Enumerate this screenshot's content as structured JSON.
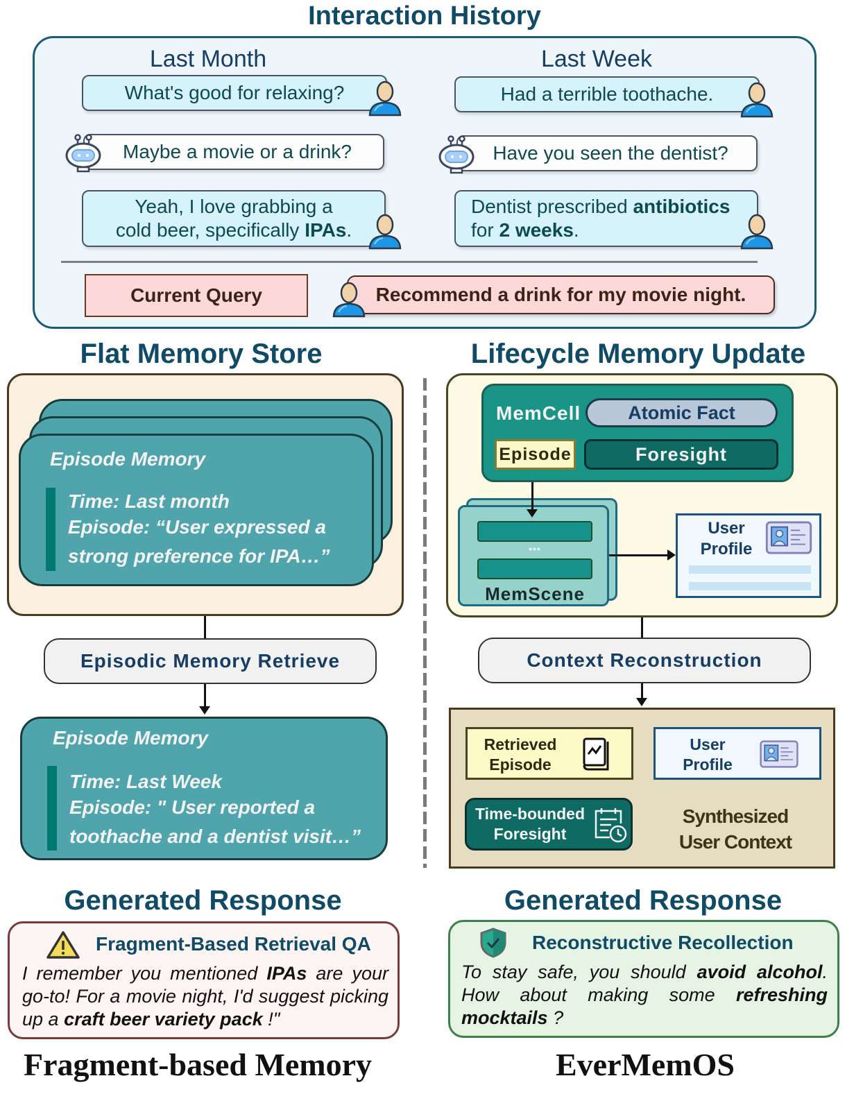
{
  "header": {
    "title": "Interaction History"
  },
  "history": {
    "last_month": {
      "heading": "Last Month",
      "messages": [
        {
          "role": "user",
          "text": "What's good for relaxing?"
        },
        {
          "role": "bot",
          "text": "Maybe a movie or a drink?"
        },
        {
          "role": "user",
          "line1": "Yeah, I love grabbing a",
          "line2_plain": "cold beer, specifically ",
          "line2_bold": "IPAs",
          "line2_end": "."
        }
      ]
    },
    "last_week": {
      "heading": "Last Week",
      "messages": [
        {
          "role": "user",
          "text": "Had a terrible toothache."
        },
        {
          "role": "bot",
          "text": "Have you seen the dentist?"
        },
        {
          "role": "user",
          "line1_plain": "Dentist prescribed ",
          "line1_bold": "antibiotics",
          "line2_plain": "for ",
          "line2_bold": "2 weeks",
          "line2_end": "."
        }
      ]
    },
    "current_query": {
      "label": "Current Query",
      "text": "Recommend a drink for my movie night."
    }
  },
  "left": {
    "section_title": "Flat Memory Store",
    "stored_memory": {
      "title": "Episode Memory",
      "time": "Time: Last month",
      "episode_line1": "Episode: “User expressed a",
      "episode_line2": "strong preference for IPA…”"
    },
    "step_label": "Episodic Memory Retrieve",
    "retrieved_memory": {
      "title": "Episode Memory",
      "time": "Time: Last Week",
      "episode_line1": "Episode: \" User reported a",
      "episode_line2": "toothache and a dentist visit…”"
    },
    "response_heading": "Generated Response",
    "response": {
      "title": "Fragment-Based Retrieval QA",
      "icon": "warning-icon",
      "p1": "I remember you mentioned ",
      "b1": "IPAs",
      "p2": " are your go-to! For a movie night, I'd suggest picking up a ",
      "b2": "craft beer variety pack",
      "p3": " !\""
    },
    "footer": "Fragment-based Memory"
  },
  "right": {
    "section_title": "Lifecycle Memory Update",
    "memcell": {
      "label": "MemCell",
      "atomic_fact": "Atomic Fact",
      "episode": "Episode",
      "foresight": "Foresight"
    },
    "memscene": {
      "label": "MemScene",
      "ellipsis": "•••"
    },
    "user_profile": {
      "line1": "User",
      "line2": "Profile"
    },
    "step_label": "Context Reconstruction",
    "synthesized": {
      "retrieved_episode": {
        "line1": "Retrieved",
        "line2": "Episode"
      },
      "user_profile": {
        "line1": "User",
        "line2": "Profile"
      },
      "foresight": {
        "line1": "Time-bounded",
        "line2": "Foresight"
      },
      "caption_line1": "Synthesized",
      "caption_line2": "User Context"
    },
    "response_heading": "Generated Response",
    "response": {
      "title": "Reconstructive Recollection",
      "icon": "shield-check-icon",
      "p1": "To stay safe, you should ",
      "b1": "avoid alcohol",
      "p2": ". How about making some ",
      "b2": "refreshing mocktails",
      "p3": " ?"
    },
    "footer": "EverMemOS"
  },
  "colors": {
    "title_blue": "#0f4a66",
    "teal_card": "#50a5ad",
    "memcell_teal": "#1a9486",
    "query_pink": "#fdd8d8",
    "user_bubble": "#d6f3fc",
    "warning_border": "#7a3a3a",
    "safe_border": "#3f7f4a"
  }
}
